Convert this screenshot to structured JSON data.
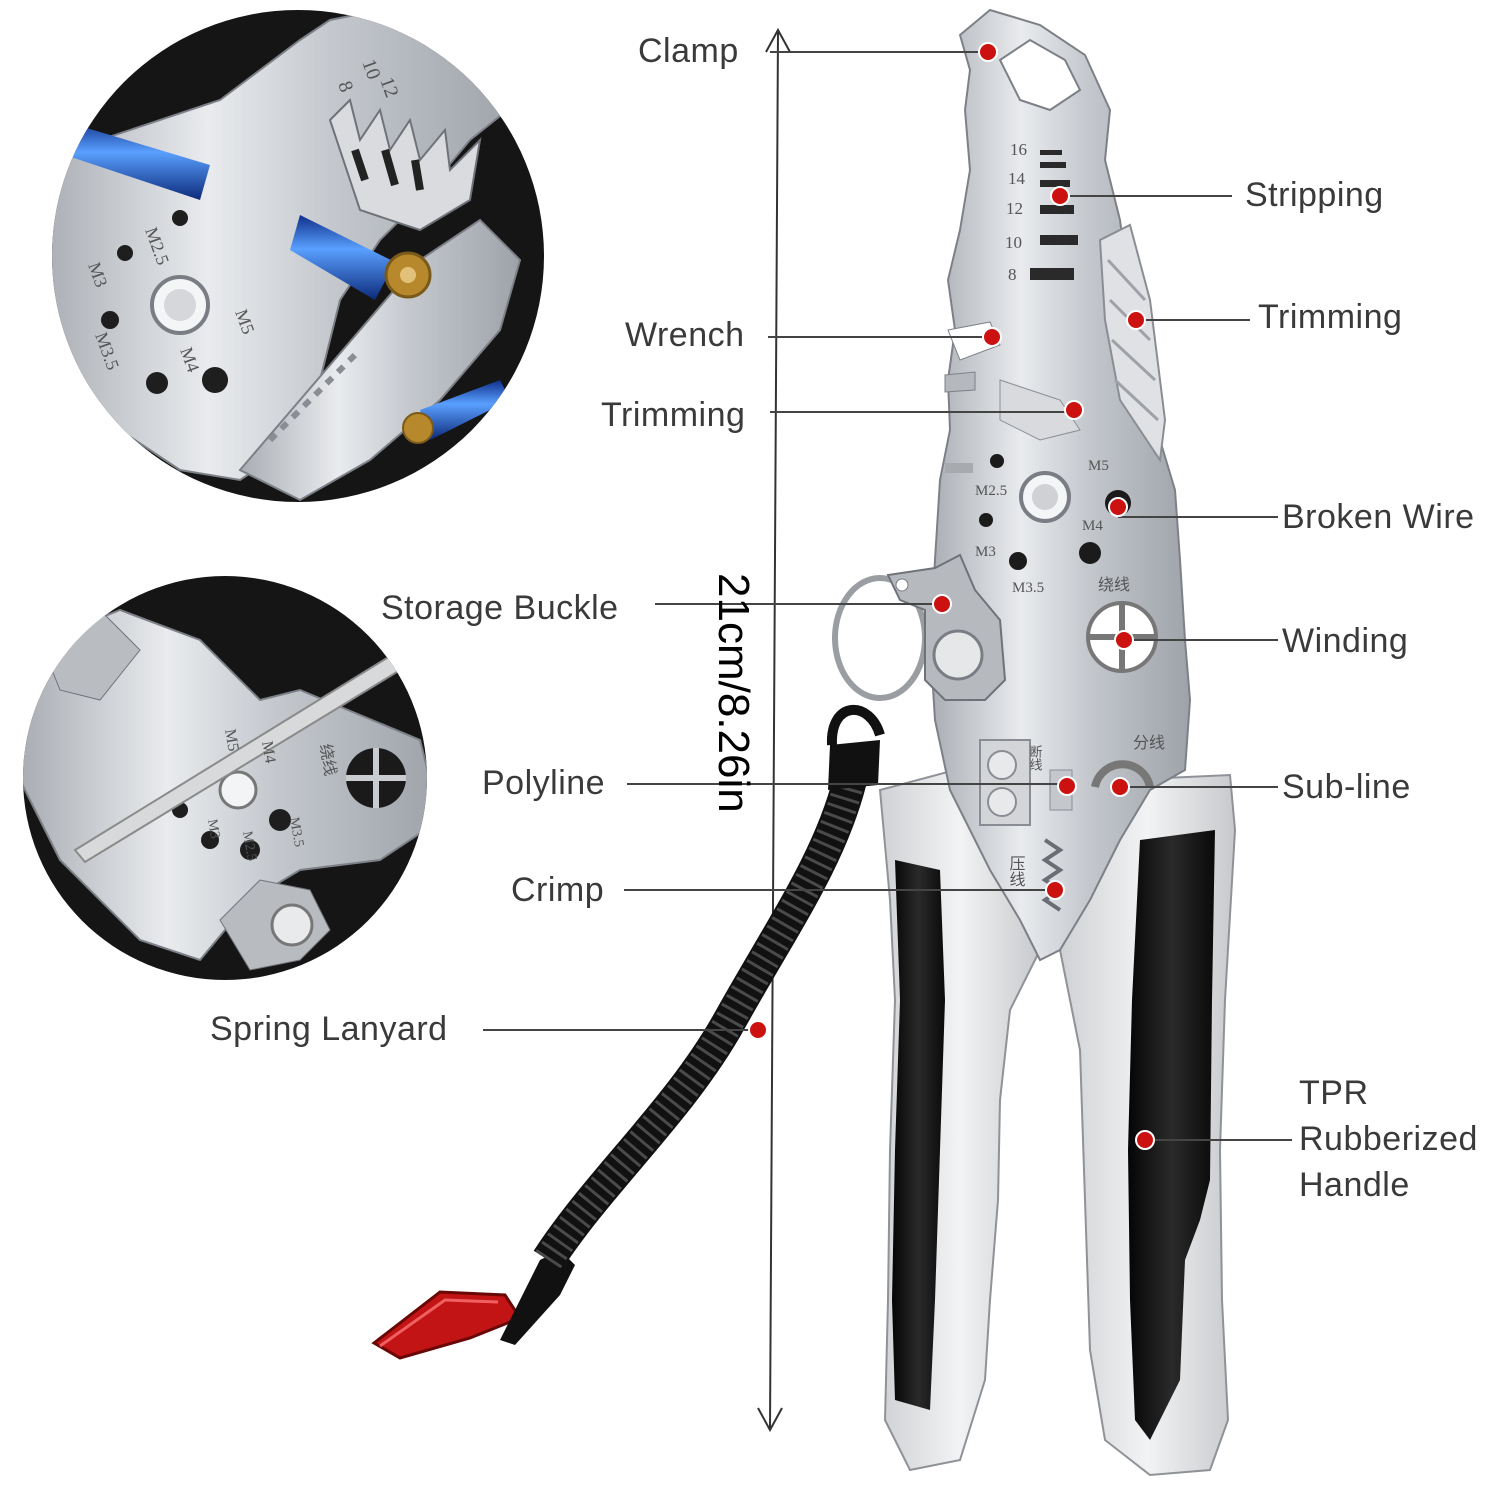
{
  "dimension": {
    "text": "21cm/8.26in"
  },
  "callouts": {
    "clamp": "Clamp",
    "stripping": "Stripping",
    "trimming_right": "Trimming",
    "wrench": "Wrench",
    "trimming_left": "Trimming",
    "broken_wire": "Broken Wire",
    "storage_buckle": "Storage Buckle",
    "winding": "Winding",
    "polyline": "Polyline",
    "sub_line": "Sub-line",
    "crimp": "Crimp",
    "spring_lanyard": "Spring Lanyard",
    "tpr_line1": "TPR",
    "tpr_line2": "Rubberized",
    "tpr_line3": "Handle"
  },
  "tool_engravings": {
    "gauges": [
      "16",
      "14",
      "12",
      "10",
      "8"
    ],
    "screw_sizes": [
      "M5",
      "M2.5",
      "M4",
      "M3",
      "M3.5"
    ],
    "chinese_winding": "绕线",
    "chinese_sub_line": "分线",
    "chinese_crimp": "压线",
    "chinese_break": "断线"
  },
  "inset_top_engravings": {
    "gauges": [
      "12",
      "10",
      "8"
    ],
    "screw_sizes": [
      "M2.5",
      "M3",
      "M5",
      "M3.5",
      "M4"
    ]
  },
  "inset_bottom_engravings": {
    "screw_sizes": [
      "M5",
      "M4",
      "M3",
      "M2.5",
      "M3.5"
    ],
    "chinese": "绕线"
  },
  "colors": {
    "marker": "#cc1111",
    "label_text": "#3a3a3a",
    "leader_line": "#444444",
    "steel": "#c9ccd0",
    "handle_black": "#1a1a1a",
    "handle_grey": "#e4e5e7",
    "inset_bg": "#151515",
    "wire_blue": "#1f5bd6",
    "copper": "#b8892c",
    "carabiner_red": "#c21414"
  },
  "icons": {
    "dimension_arrow": "double-headed-arrow",
    "markers": "red-dot-marker"
  }
}
